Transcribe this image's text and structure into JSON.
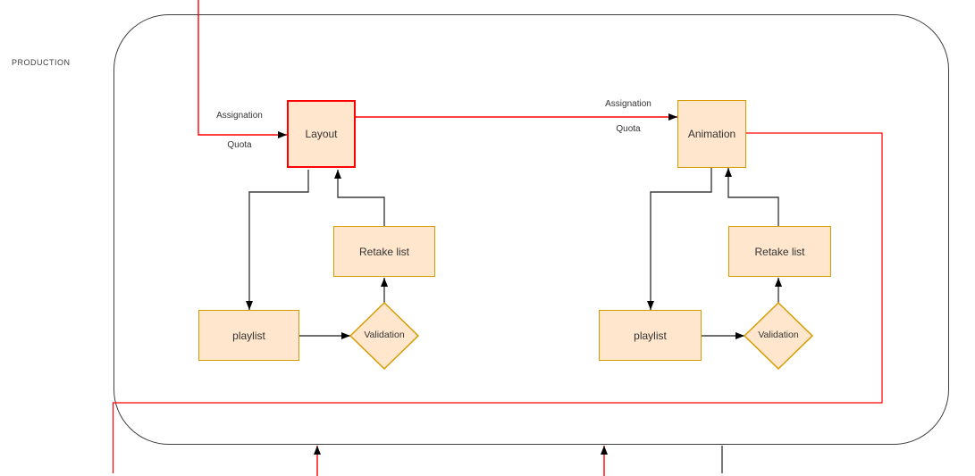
{
  "diagram": {
    "title": "PRODUCTION",
    "colors": {
      "node_fill": "#ffe6cc",
      "node_stroke": "#d79b00",
      "highlight_stroke": "#ff0000",
      "connector_black": "#3f3f3f",
      "flow_red": "#ff0000",
      "text": "#333333"
    },
    "pipelines": [
      {
        "stage_label": "Layout",
        "assignation_label": "Assignation",
        "quota_label": "Quota",
        "playlist_label": "playlist",
        "validation_label": "Validation",
        "retake_label": "Retake list"
      },
      {
        "stage_label": "Animation",
        "assignation_label": "Assignation",
        "quota_label": "Quota",
        "playlist_label": "playlist",
        "validation_label": "Validation",
        "retake_label": "Retake list"
      }
    ],
    "edges": [
      {
        "from": "external-top",
        "to": "Layout",
        "labels": [
          "Assignation",
          "Quota"
        ],
        "color": "#ff0000"
      },
      {
        "from": "Layout",
        "to": "Animation",
        "labels": [
          "Assignation",
          "Quota"
        ],
        "color": "#ff0000"
      },
      {
        "from": "Layout",
        "to": "playlist",
        "color": "#000000"
      },
      {
        "from": "playlist",
        "to": "Validation",
        "color": "#000000"
      },
      {
        "from": "Validation",
        "to": "Retake list",
        "color": "#000000"
      },
      {
        "from": "Retake list",
        "to": "Layout",
        "color": "#000000"
      },
      {
        "from": "Animation",
        "to": "playlist",
        "color": "#000000"
      },
      {
        "from": "playlist",
        "to": "Validation",
        "color": "#000000"
      },
      {
        "from": "Validation",
        "to": "Retake list",
        "color": "#000000"
      },
      {
        "from": "Retake list",
        "to": "Animation",
        "color": "#000000"
      },
      {
        "from": "Animation",
        "to": "bottom-loop-exit",
        "color": "#ff0000"
      },
      {
        "from": "external-bottom-left",
        "to": "production-boundary",
        "color": "#ff0000"
      },
      {
        "from": "external-bottom-right",
        "to": "production-boundary",
        "color": "#ff0000"
      },
      {
        "from": "production-boundary",
        "to": "external-bottom",
        "color": "#000000"
      }
    ]
  }
}
